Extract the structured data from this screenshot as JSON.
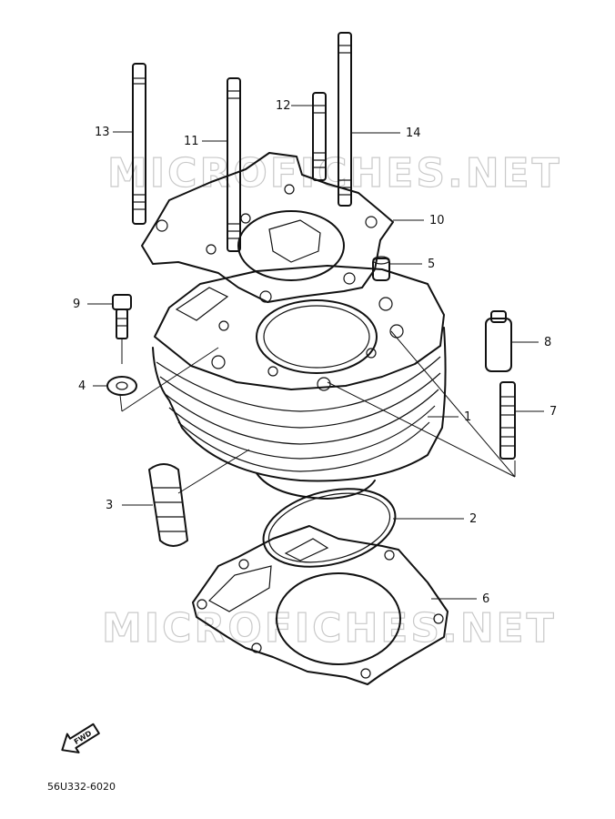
{
  "watermark": "MICROFICHES.NET",
  "part_code": "56U332-6020",
  "fwd_label": "FWD",
  "callouts": {
    "c1": "1",
    "c2": "2",
    "c3": "3",
    "c4": "4",
    "c5": "5",
    "c6": "6",
    "c7": "7",
    "c8": "8",
    "c9": "9",
    "c10": "10",
    "c11": "11",
    "c12": "12",
    "c13": "13",
    "c14": "14"
  }
}
